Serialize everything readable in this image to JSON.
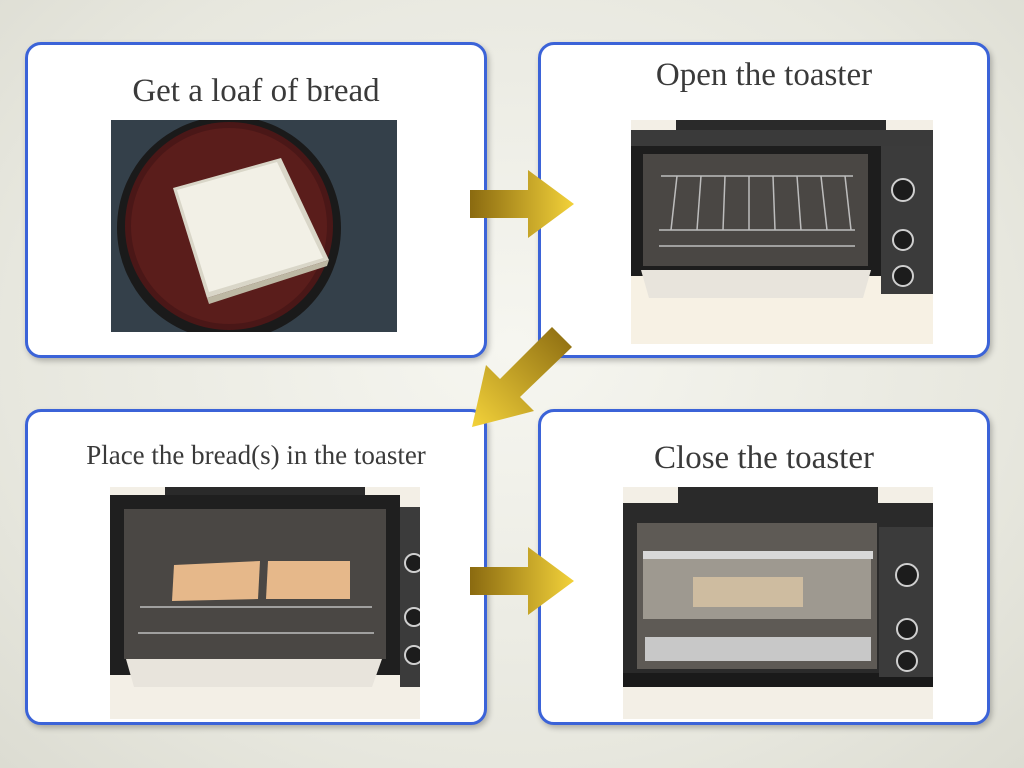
{
  "steps": [
    {
      "title": "Get a loaf of bread",
      "photo_icon": "bread-on-plate-photo"
    },
    {
      "title": "Open the toaster",
      "photo_icon": "open-toaster-photo"
    },
    {
      "title": "Place the bread(s) in the toaster",
      "photo_icon": "bread-in-toaster-photo"
    },
    {
      "title": "Close the toaster",
      "photo_icon": "closed-toaster-photo"
    }
  ],
  "arrows": [
    {
      "from": 1,
      "to": 2,
      "direction": "right"
    },
    {
      "from": 2,
      "to": 3,
      "direction": "down-left"
    },
    {
      "from": 3,
      "to": 4,
      "direction": "right"
    }
  ],
  "colors": {
    "panel_border": "#3b63d8",
    "panel_fill": "#ffffff",
    "arrow_dark": "#8a6a10",
    "arrow_light": "#f3d23a",
    "background": "#e9e9e1",
    "title_text": "#3a3a3a"
  }
}
